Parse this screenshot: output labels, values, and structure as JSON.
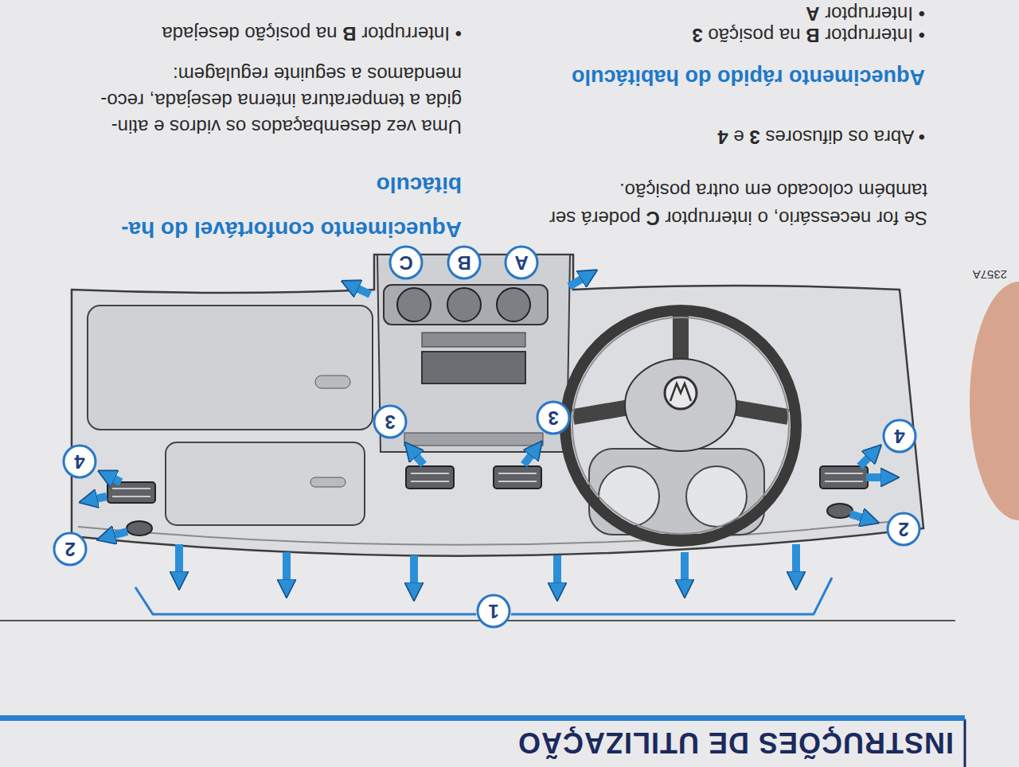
{
  "diagram": {
    "title": "INSTRUÇÕES DE UTILIZAÇÃO",
    "labels": [
      "1",
      "2",
      "2",
      "4",
      "4",
      "3",
      "3",
      "A",
      "B",
      "C",
      "2357A",
      "Se for necessário, o interruptor C poderá ser também colocado em outra posição.",
      "• Abra os difusores 3 e 4",
      "Aquecimento rápido do habitáculo",
      "• Interruptor B na posição 3",
      "• Interruptor A",
      "Aquecimento confortável do ha- bitáculo",
      "Uma vez desembaçados os vidros e atin- gida a temperatura interna desejada, reco- mendamos a seguinte regulagem:",
      "• Interruptor B na posição desejada"
    ]
  }
}
